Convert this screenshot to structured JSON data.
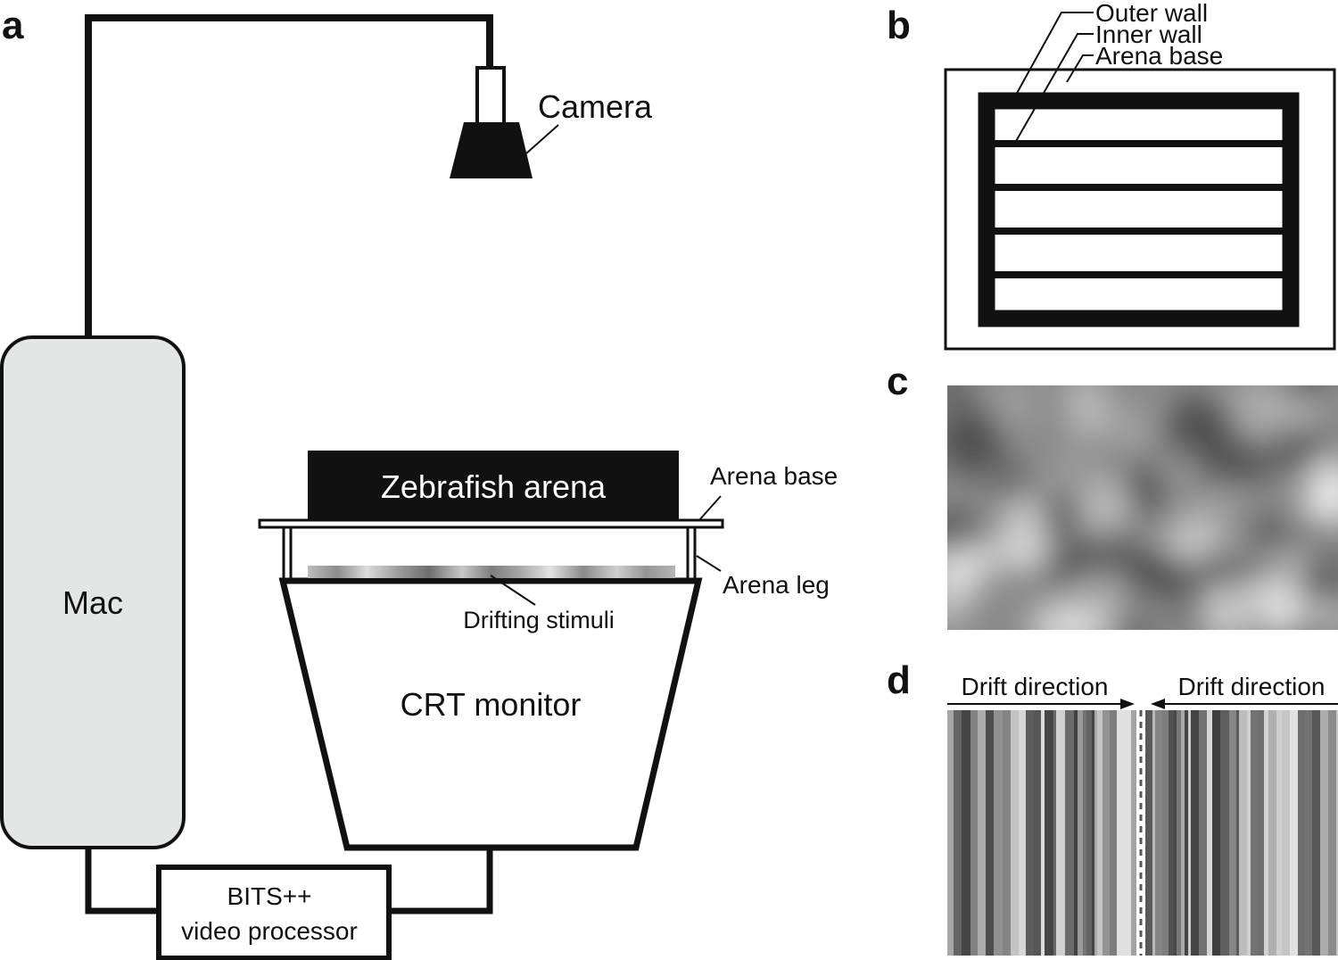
{
  "panels": {
    "a": "a",
    "b": "b",
    "c": "c",
    "d": "d"
  },
  "labels": {
    "camera": "Camera",
    "mac": "Mac",
    "zebrafish_arena": "Zebrafish arena",
    "arena_base": "Arena base",
    "arena_leg": "Arena leg",
    "drifting_stimuli": "Drifting stimuli",
    "crt_monitor": "CRT monitor",
    "bits_line1": "BITS++",
    "bits_line2": "video processor"
  },
  "panel_b_labels": {
    "outer_wall": "Outer wall",
    "inner_wall": "Inner wall",
    "arena_base": "Arena base"
  },
  "panel_d_labels": {
    "left": "Drift direction",
    "right": "Drift direction"
  },
  "colors": {
    "line": "#111111",
    "mac_fill": "#e4e6e6",
    "arena_fill": "#111111",
    "arena_text": "#ffffff",
    "noise_base": "#8a8a8a"
  }
}
